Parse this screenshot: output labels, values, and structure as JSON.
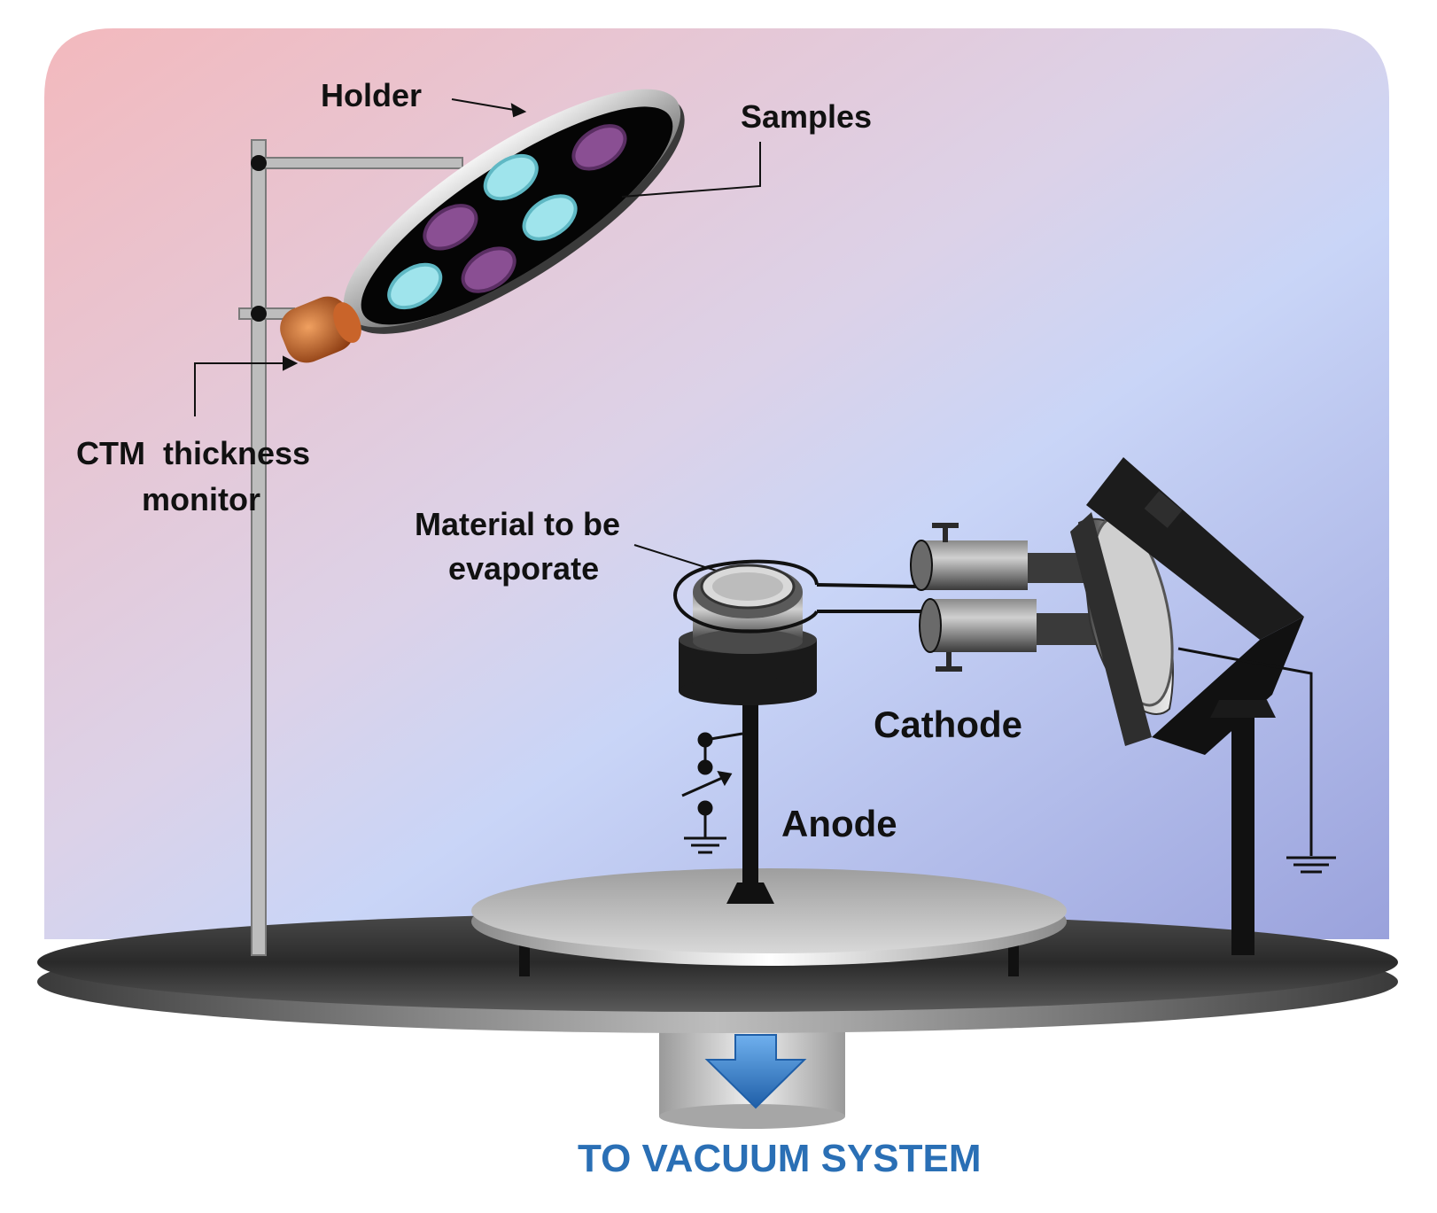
{
  "labels": {
    "holder": "Holder",
    "samples": "Samples",
    "ctm_line1": "CTM  thickness",
    "ctm_line2": "monitor",
    "material_line1": "Material to be",
    "material_line2": "evaporate",
    "cathode": "Cathode",
    "anode": "Anode",
    "vacuum": "TO VACUUM SYSTEM"
  },
  "colors": {
    "background_top_left": "#f2bcc0",
    "background_bottom_right": "#a9b3e6",
    "base_plate": "#3a3a3a",
    "sample_cyan": "#9fe4ec",
    "sample_purple": "#8a4f93",
    "ctm_orange": "#d9732a",
    "arrow_blue": "#2a6fb5"
  },
  "icons": {
    "ground": "ground-symbol-icon",
    "arrow": "down-arrow-icon"
  }
}
